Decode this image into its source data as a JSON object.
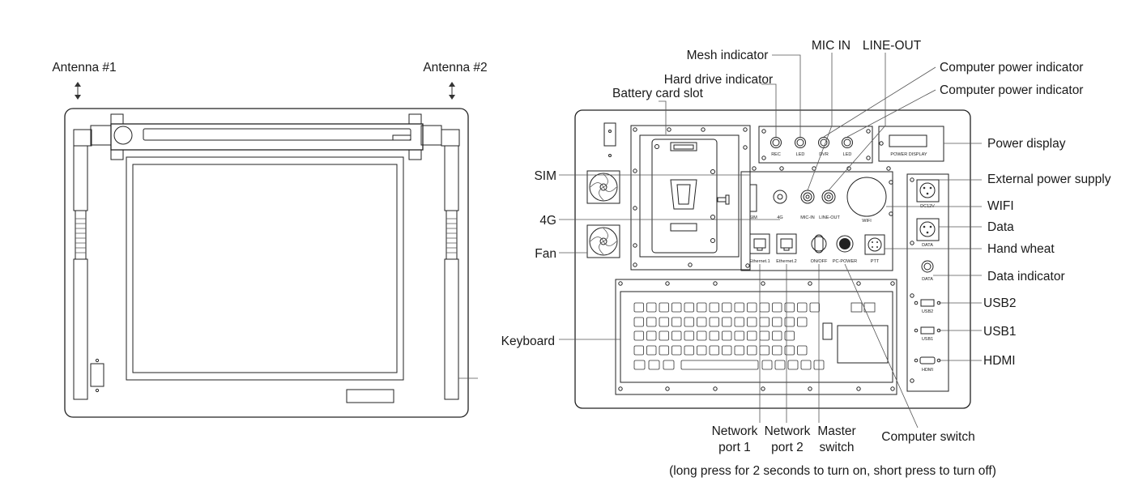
{
  "left_device": {
    "antenna1": "Antenna #1",
    "antenna2": "Antenna #2"
  },
  "right_device": {
    "labels_top": {
      "mesh_indicator": "Mesh indicator",
      "mic_in": "MIC IN",
      "line_out": "LINE-OUT",
      "computer_power_indicator_1": "Computer power indicator",
      "computer_power_indicator_2": "Computer power indicator",
      "hard_drive_indicator": "Hard drive indicator",
      "battery_card_slot": "Battery card slot"
    },
    "labels_left": {
      "sim": "SIM",
      "g4": "4G",
      "fan": "Fan",
      "keyboard": "Keyboard"
    },
    "labels_right": {
      "power_display": "Power display",
      "external_power_supply": "External power supply",
      "wifi": "WIFI",
      "data": "Data",
      "hand_wheat": "Hand wheat",
      "data_indicator": "Data indicator",
      "usb2": "USB2",
      "usb1": "USB1",
      "hdmi": "HDMI"
    },
    "labels_bottom": {
      "network_port_1": [
        "Network",
        "port 1"
      ],
      "network_port_2": [
        "Network",
        "port 2"
      ],
      "master_switch": [
        "Master",
        "switch"
      ],
      "computer_switch": "Computer switch",
      "note": "(long press for 2 seconds to turn on, short press to turn off)"
    },
    "panel_text": {
      "rec": "REC",
      "led1": "LED",
      "dvr": "DVR",
      "led2": "LED",
      "power_display_panel": "POWER DISPLAY",
      "sim": "SIM",
      "g4": "4G",
      "mic_in": "MIC-IN",
      "line_out": "LINE-OUT",
      "wifi": "WIFI",
      "dc12v": "DC12V",
      "data": "DATA",
      "data2": "DATA",
      "usb2": "USB2",
      "usb1": "USB1",
      "hdmi": "HDMI",
      "ethernet1": "Ethernet.1",
      "ethernet2": "Ethernet.2",
      "onoff": "ON/OFF",
      "pc_power": "PC-POWER",
      "ptt": "PTT"
    }
  }
}
